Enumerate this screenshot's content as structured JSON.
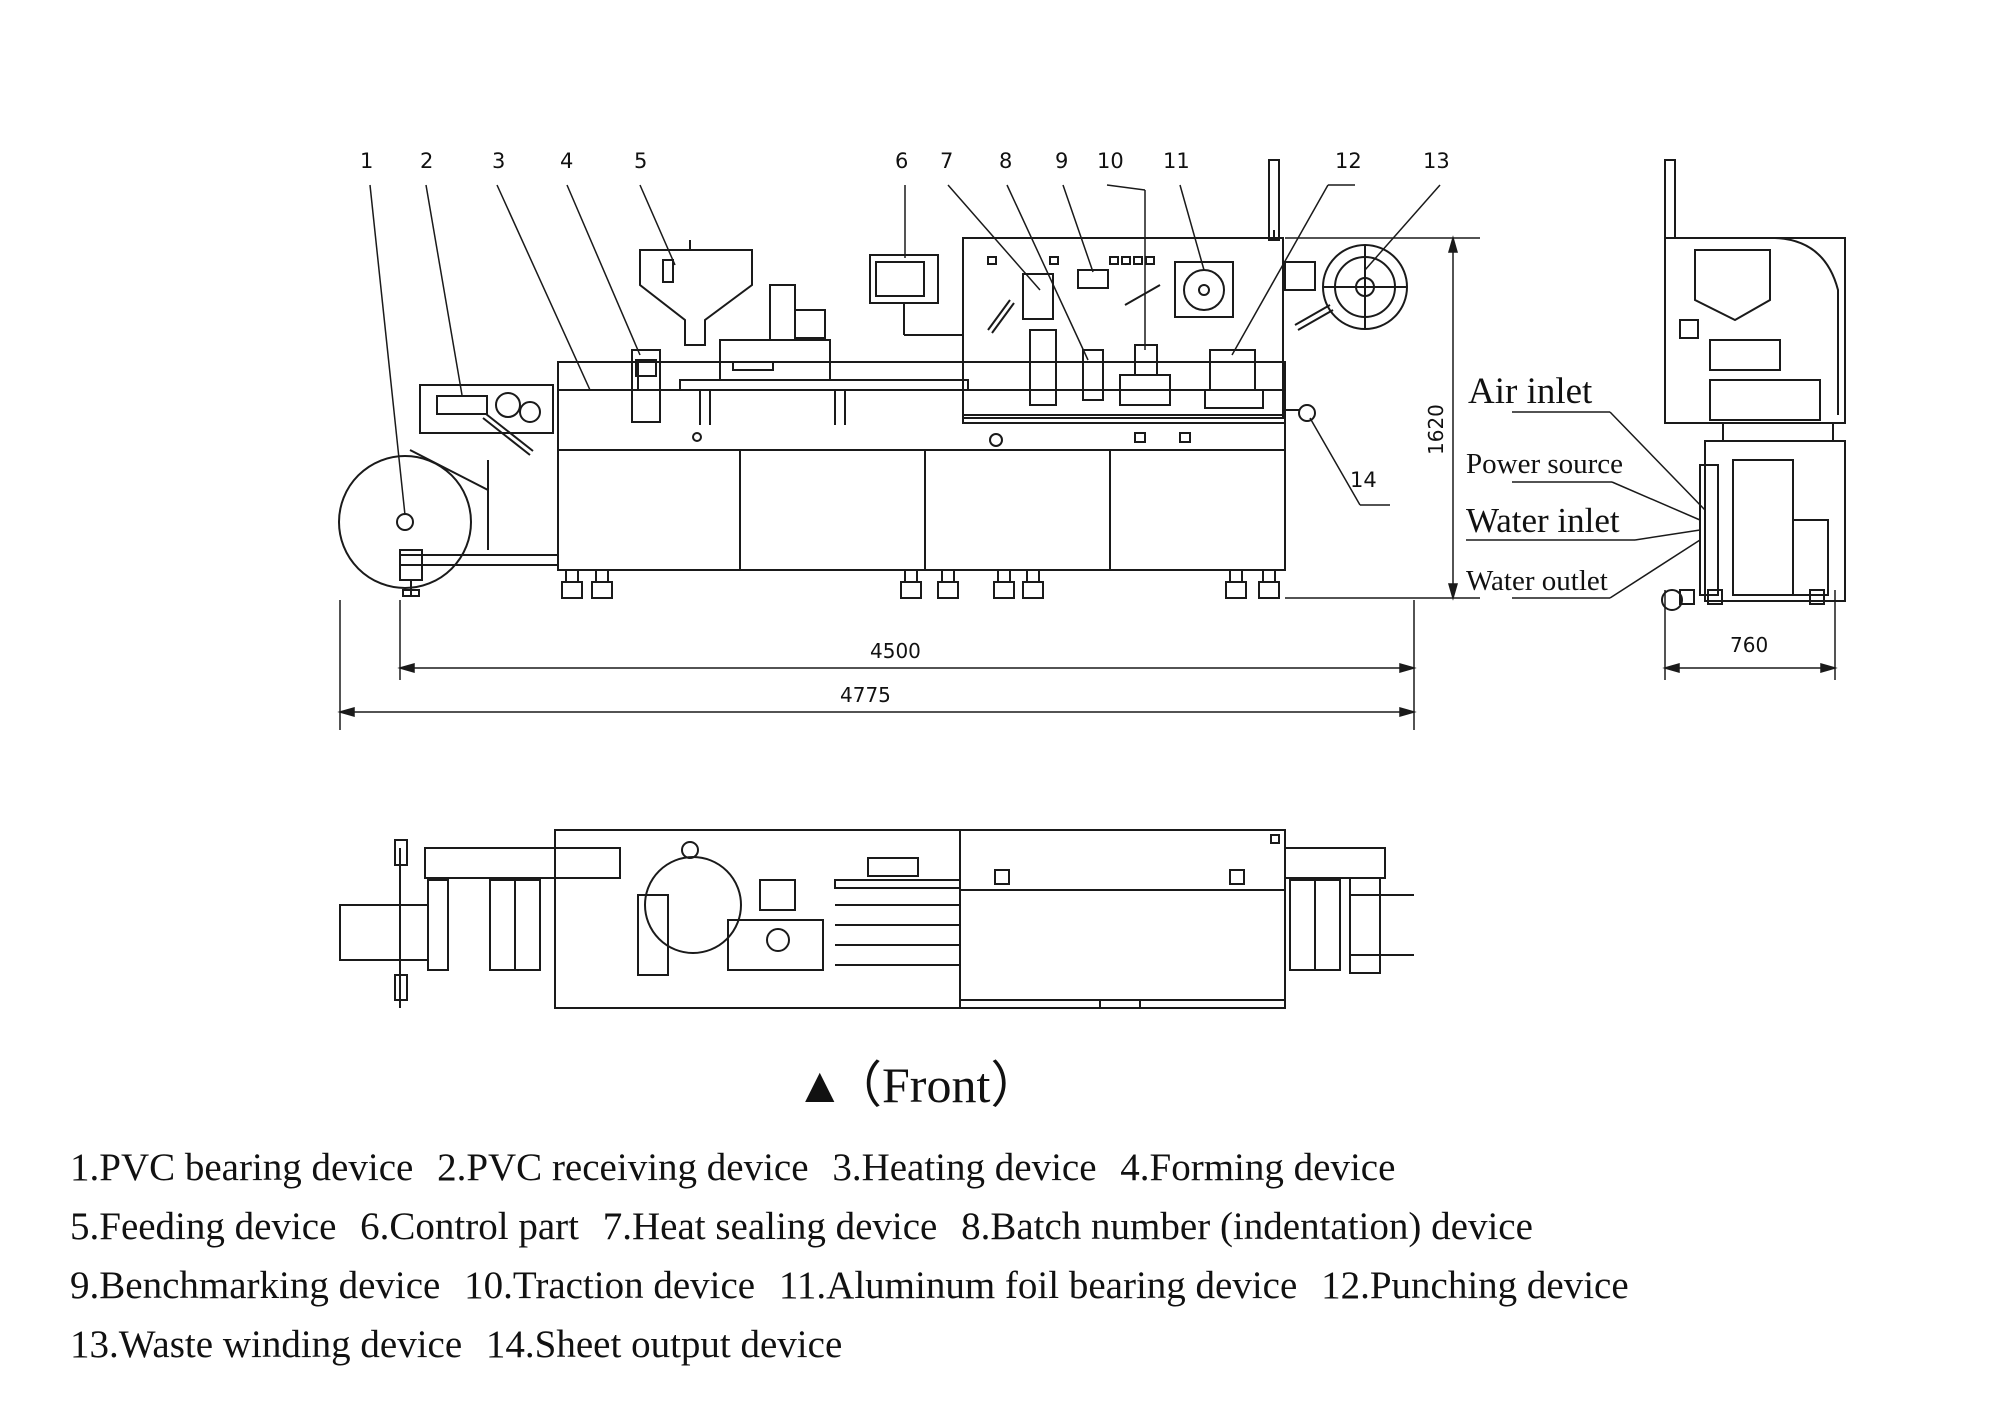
{
  "callouts": [
    "1",
    "2",
    "3",
    "4",
    "5",
    "6",
    "7",
    "8",
    "9",
    "10",
    "11",
    "12",
    "13",
    "14"
  ],
  "dimensions": {
    "inner_length": "4500",
    "overall_length": "4775",
    "height": "1620",
    "side_width": "760"
  },
  "connections": {
    "air_inlet": "Air inlet",
    "power_source": "Power source",
    "water_inlet": "Water inlet",
    "water_outlet": "Water outlet"
  },
  "view_label": {
    "marker": "▲",
    "text": "（Front）"
  },
  "legend_lines": [
    [
      "1.PVC bearing device",
      "2.PVC receiving device",
      "3.Heating device",
      "4.Forming device"
    ],
    [
      "5.Feeding device",
      "6.Control part",
      "7.Heat sealing device",
      "8.Batch number (indentation) device"
    ],
    [
      "9.Benchmarking device",
      "10.Traction device",
      "11.Aluminum foil bearing device",
      "12.Punching device"
    ],
    [
      "13.Waste winding device",
      "14.Sheet output device"
    ]
  ]
}
